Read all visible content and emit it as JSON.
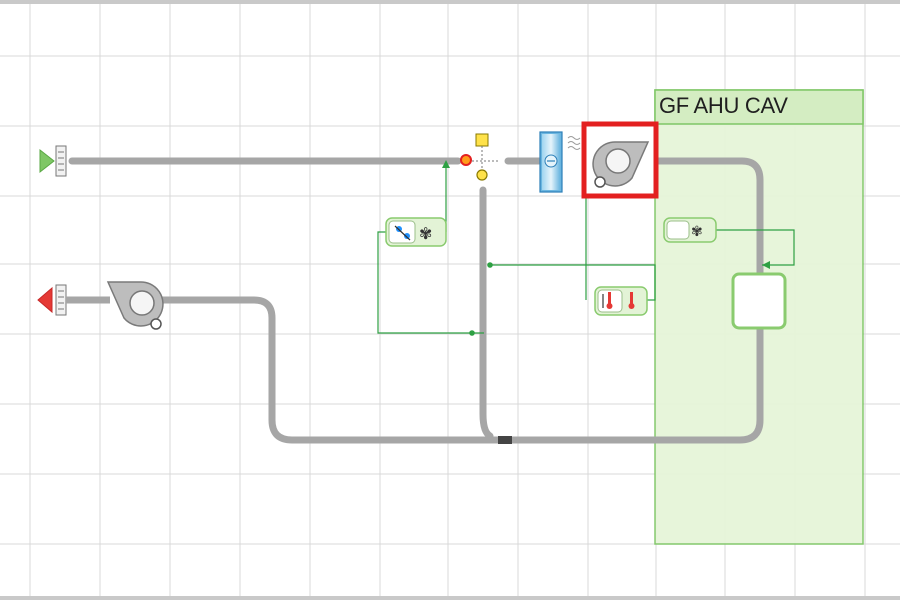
{
  "zone": {
    "title": "GF AHU CAV",
    "fill_color": "#e6f5d9",
    "border_color": "#7fc766"
  },
  "colors": {
    "duct": "#a6a6a6",
    "control_line": "#2ea043",
    "selection": "#e32020",
    "supply_arrow": "#7fc766",
    "exhaust_arrow": "#e53935",
    "component_fill": "#e3f3d6",
    "component_border": "#8acb6f"
  },
  "components": [
    {
      "id": "outdoor-air-inlet",
      "icon": "green-triangle-inlet-icon"
    },
    {
      "id": "exhaust-air-outlet",
      "icon": "red-triangle-outlet-icon"
    },
    {
      "id": "mixing-box",
      "icon": "mixing-damper-icon"
    },
    {
      "id": "cooling-coil",
      "icon": "cooling-coil-icon"
    },
    {
      "id": "supply-fan",
      "icon": "centrifugal-fan-icon",
      "selected": true
    },
    {
      "id": "return-fan",
      "icon": "centrifugal-fan-icon"
    },
    {
      "id": "economizer-controller",
      "icon": "damper-fan-controller-icon"
    },
    {
      "id": "temperature-controller",
      "icon": "dual-thermometer-icon"
    },
    {
      "id": "fan-controller",
      "icon": "fan-controller-icon"
    },
    {
      "id": "zone-terminal",
      "icon": "zone-box-icon"
    }
  ]
}
